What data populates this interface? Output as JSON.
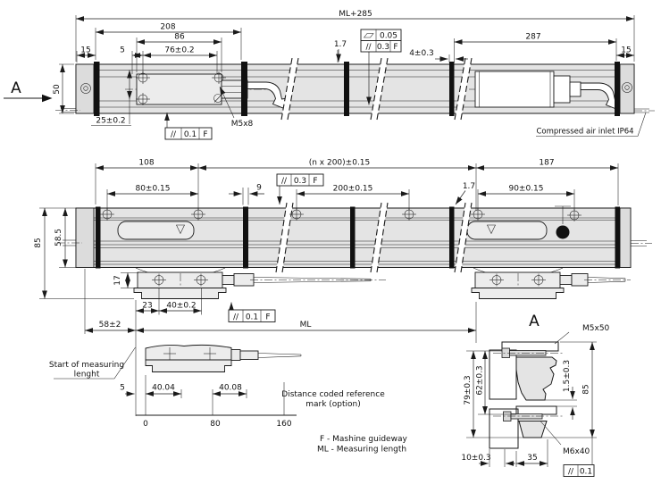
{
  "colors": {
    "line": "#1a1a1a",
    "body_fill": "#e4e4e4",
    "cap_fill": "#dcdcdc",
    "head_fill": "#ececec",
    "white": "#ffffff",
    "clamp": "#111111"
  },
  "top_view": {
    "view_arrow": "A",
    "dim_overall": "ML+285",
    "dim_208": "208",
    "dim_86": "86",
    "dim_76": "76±0.2",
    "dim_15_left": "15",
    "dim_5": "5",
    "dim_50": "50",
    "dim_25": "25±0.2",
    "dim_1_7": "1.7",
    "dim_4": "4±0.3",
    "dim_287": "287",
    "dim_15_right": "15",
    "label_m5x8": "M5x8",
    "label_air_inlet": "Compressed air inlet IP64",
    "tol_top": {
      "flatness_value": "0.05",
      "parallel_symbol": "//",
      "parallel_value": "0.3",
      "datum": "F"
    },
    "tol_bottom": {
      "symbol": "//",
      "value": "0.1",
      "datum": "F"
    }
  },
  "front_view": {
    "dim_108": "108",
    "dim_n200": "(n x 200)±0.15",
    "dim_187": "187",
    "dim_80": "80±0.15",
    "dim_9": "9",
    "dim_200": "200±0.15",
    "dim_1_7": "1.7",
    "dim_90": "90±0.15",
    "dim_58_5": "58.5",
    "dim_85": "85",
    "dim_17": "17",
    "dim_23": "23",
    "dim_40": "40±0.2",
    "dim_58": "58±2",
    "dim_ml": "ML",
    "tol_mid": {
      "symbol": "//",
      "value": "0.3",
      "datum": "F"
    },
    "tol_foot": {
      "symbol": "//",
      "value": "0.1",
      "datum": "F"
    }
  },
  "ref_mark_view": {
    "start_label_line1": "Start of measuring",
    "start_label_line2": "lenght",
    "dim_5": "5",
    "dim_40_04": "40.04",
    "dim_40_08": "40.08",
    "tick_0": "0",
    "tick_80": "80",
    "tick_160": "160",
    "note_line1": "Distance coded reference",
    "note_line2": "mark (option)"
  },
  "detail_a": {
    "title": "A",
    "label_m5x50": "M5x50",
    "label_m6x40": "M6x40",
    "dim_79": "79±0.3",
    "dim_62": "62±0.3",
    "dim_1_5": "1.5±0.3",
    "dim_85": "85",
    "dim_10": "10±0.3",
    "dim_35": "35",
    "tol": {
      "symbol": "//",
      "value": "0.1"
    }
  },
  "legend": {
    "line_f": "F - Mashine guideway",
    "line_ml": "ML - Measuring length"
  }
}
